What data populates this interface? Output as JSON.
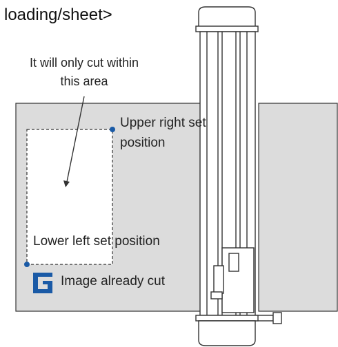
{
  "title": "loading/sheet>",
  "note": "It will only cut within this area",
  "upper_right_label": "Upper right set position",
  "lower_left_label": "Lower left set position",
  "image_cut_label": "Image already cut",
  "colors": {
    "sheet": "#dcdcdc",
    "outline": "#333333",
    "marker": "#1a5aa6",
    "logo": "#1a5aa6"
  },
  "icons": [
    "set-position-marker-icon",
    "g-logo-icon",
    "arrow-icon"
  ]
}
